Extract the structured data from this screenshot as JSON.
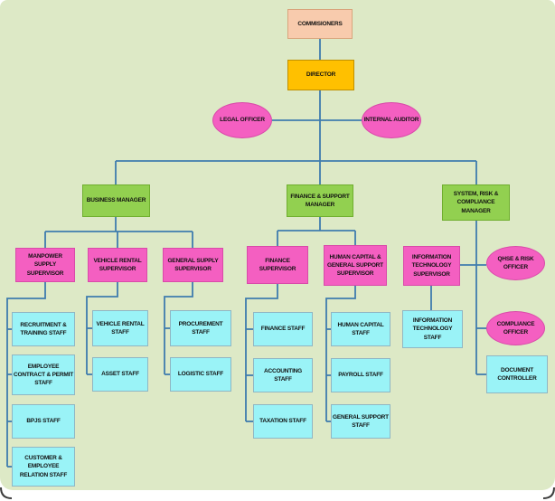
{
  "title": "Organizational chart",
  "colors": {
    "background": "#dde9c6",
    "page": "#ffffff",
    "commissioners_fill": "#f8cbad",
    "director_fill": "#ffc000",
    "manager_fill": "#92d050",
    "supervisor_fill": "#f45fc1",
    "staff_fill": "#9af3f7",
    "connector": "#3f7cae"
  },
  "nodes": {
    "commissioners": {
      "label": "COMMISIONERS",
      "shape": "box",
      "color_role": "commissioners_fill"
    },
    "director": {
      "label": "DIRECTOR",
      "shape": "box",
      "color_role": "director_fill"
    },
    "legal_officer": {
      "label": "LEGAL OFFICER",
      "shape": "ellipse",
      "color_role": "supervisor_fill"
    },
    "internal_auditor": {
      "label": "INTERNAL AUDITOR",
      "shape": "ellipse",
      "color_role": "supervisor_fill"
    },
    "business_manager": {
      "label": "BUSINESS MANAGER",
      "shape": "box",
      "color_role": "manager_fill"
    },
    "finance_support_manager": {
      "label": "FINANCE & SUPPORT MANAGER",
      "shape": "box",
      "color_role": "manager_fill"
    },
    "system_risk_compliance_manager": {
      "label": "SYSTEM, RISK & COMPLIANCE MANAGER",
      "shape": "box",
      "color_role": "manager_fill"
    },
    "manpower_supply_supervisor": {
      "label": "MANPOWER SUPPLY SUPERVISOR",
      "shape": "box",
      "color_role": "supervisor_fill"
    },
    "vehicle_rental_supervisor": {
      "label": "VEHICLE RENTAL SUPERVISOR",
      "shape": "box",
      "color_role": "supervisor_fill"
    },
    "general_supply_supervisor": {
      "label": "GENERAL SUPPLY SUPERVISOR",
      "shape": "box",
      "color_role": "supervisor_fill"
    },
    "finance_supervisor": {
      "label": "FINANCE SUPERVISOR",
      "shape": "box",
      "color_role": "supervisor_fill"
    },
    "human_capital_general_support_supervisor": {
      "label": "HUMAN CAPITAL & GENERAL SUPPORT SUPERVISOR",
      "shape": "box",
      "color_role": "supervisor_fill"
    },
    "information_technology_supervisor": {
      "label": "INFORMATION TECHNOLOGY SUPERVISOR",
      "shape": "box",
      "color_role": "supervisor_fill"
    },
    "qhse_risk_officer": {
      "label": "QHSE & RISK OFFICER",
      "shape": "ellipse",
      "color_role": "supervisor_fill"
    },
    "compliance_officer": {
      "label": "COMPLIANCE OFFICER",
      "shape": "ellipse",
      "color_role": "supervisor_fill"
    },
    "recruitment_training_staff": {
      "label": "RECRUITMENT & TRAINING STAFF",
      "shape": "box",
      "color_role": "staff_fill"
    },
    "employee_contract_permit_staff": {
      "label": "EMPLOYEE CONTRACT & PERMIT STAFF",
      "shape": "box",
      "color_role": "staff_fill"
    },
    "bpjs_staff": {
      "label": "BPJS STAFF",
      "shape": "box",
      "color_role": "staff_fill"
    },
    "customer_employee_relation_staff": {
      "label": "CUSTOMER & EMPLOYEE RELATION STAFF",
      "shape": "box",
      "color_role": "staff_fill"
    },
    "vehicle_rental_staff": {
      "label": "VEHICLE RENTAL STAFF",
      "shape": "box",
      "color_role": "staff_fill"
    },
    "asset_staff": {
      "label": "ASSET STAFF",
      "shape": "box",
      "color_role": "staff_fill"
    },
    "procurement_staff": {
      "label": "PROCUREMENT STAFF",
      "shape": "box",
      "color_role": "staff_fill"
    },
    "logistic_staff": {
      "label": "LOGISTIC STAFF",
      "shape": "box",
      "color_role": "staff_fill"
    },
    "finance_staff": {
      "label": "FINANCE STAFF",
      "shape": "box",
      "color_role": "staff_fill"
    },
    "accounting_staff": {
      "label": "ACCOUNTING STAFF",
      "shape": "box",
      "color_role": "staff_fill"
    },
    "taxation_staff": {
      "label": "TAXATION STAFF",
      "shape": "box",
      "color_role": "staff_fill"
    },
    "human_capital_staff": {
      "label": "HUMAN CAPITAL STAFF",
      "shape": "box",
      "color_role": "staff_fill"
    },
    "payroll_staff": {
      "label": "PAYROLL STAFF",
      "shape": "box",
      "color_role": "staff_fill"
    },
    "general_support_staff": {
      "label": "GENERAL SUPPORT STAFF",
      "shape": "box",
      "color_role": "staff_fill"
    },
    "information_technology_staff": {
      "label": "INFORMATION TECHNOLOGY STAFF",
      "shape": "box",
      "color_role": "staff_fill"
    },
    "document_controller": {
      "label": "DOCUMENT CONTROLLER",
      "shape": "box",
      "color_role": "staff_fill"
    }
  },
  "edges": [
    {
      "from": "commissioners",
      "to": "director"
    },
    {
      "from": "director",
      "to": "legal_officer"
    },
    {
      "from": "director",
      "to": "internal_auditor"
    },
    {
      "from": "director",
      "to": "business_manager"
    },
    {
      "from": "director",
      "to": "finance_support_manager"
    },
    {
      "from": "director",
      "to": "system_risk_compliance_manager"
    },
    {
      "from": "business_manager",
      "to": "manpower_supply_supervisor"
    },
    {
      "from": "business_manager",
      "to": "vehicle_rental_supervisor"
    },
    {
      "from": "business_manager",
      "to": "general_supply_supervisor"
    },
    {
      "from": "finance_support_manager",
      "to": "finance_supervisor"
    },
    {
      "from": "finance_support_manager",
      "to": "human_capital_general_support_supervisor"
    },
    {
      "from": "system_risk_compliance_manager",
      "to": "information_technology_supervisor"
    },
    {
      "from": "system_risk_compliance_manager",
      "to": "qhse_risk_officer"
    },
    {
      "from": "system_risk_compliance_manager",
      "to": "compliance_officer"
    },
    {
      "from": "system_risk_compliance_manager",
      "to": "document_controller"
    },
    {
      "from": "manpower_supply_supervisor",
      "to": "recruitment_training_staff"
    },
    {
      "from": "manpower_supply_supervisor",
      "to": "employee_contract_permit_staff"
    },
    {
      "from": "manpower_supply_supervisor",
      "to": "bpjs_staff"
    },
    {
      "from": "manpower_supply_supervisor",
      "to": "customer_employee_relation_staff"
    },
    {
      "from": "vehicle_rental_supervisor",
      "to": "vehicle_rental_staff"
    },
    {
      "from": "vehicle_rental_supervisor",
      "to": "asset_staff"
    },
    {
      "from": "general_supply_supervisor",
      "to": "procurement_staff"
    },
    {
      "from": "general_supply_supervisor",
      "to": "logistic_staff"
    },
    {
      "from": "finance_supervisor",
      "to": "finance_staff"
    },
    {
      "from": "finance_supervisor",
      "to": "accounting_staff"
    },
    {
      "from": "finance_supervisor",
      "to": "taxation_staff"
    },
    {
      "from": "human_capital_general_support_supervisor",
      "to": "human_capital_staff"
    },
    {
      "from": "human_capital_general_support_supervisor",
      "to": "payroll_staff"
    },
    {
      "from": "human_capital_general_support_supervisor",
      "to": "general_support_staff"
    },
    {
      "from": "information_technology_supervisor",
      "to": "information_technology_staff"
    }
  ]
}
